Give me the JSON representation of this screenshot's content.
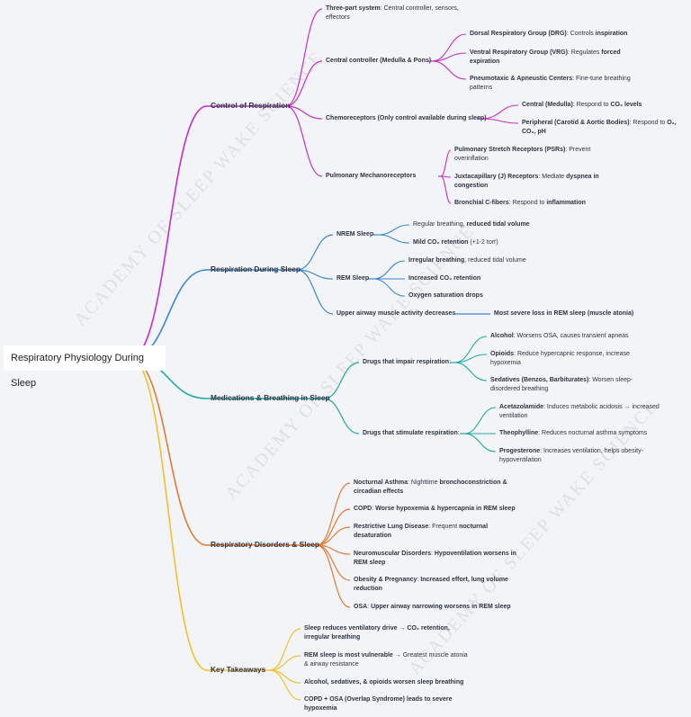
{
  "root": "Respiratory Physiology During Sleep",
  "watermark": "ACADEMY OF SLEEP WAKE SCIENCE",
  "colors": {
    "control": "#c62fc4",
    "sleep": "#3b88cf",
    "meds": "#21a9a0",
    "disorders": "#e07b34",
    "takeaways": "#f2c12f"
  },
  "branches": {
    "control": {
      "label": "Control of Respiration",
      "three_part": [
        "Three-part system",
        ": Central controller, sensors, effectors"
      ],
      "central": {
        "label": "Central controller (Medulla & Pons)",
        "drg": [
          "Dorsal Respiratory Group (DRG)",
          ": Controls ",
          "inspiration"
        ],
        "vrg": [
          "Ventral Respiratory Group (VRG)",
          ": Regulates ",
          "forced expiration"
        ],
        "pneumo": [
          "Pneumotaxic & Apneustic Centers",
          ": Fine-tune breathing patterns"
        ]
      },
      "chemo": {
        "label": "Chemoreceptors (Only control available during sleep)",
        "central": [
          "Central (Medulla)",
          ": Respond to ",
          "CO₂ levels"
        ],
        "peripheral": [
          "Peripheral (Carotid & Aortic Bodies)",
          ": Respond to ",
          "O₂, CO₂, pH"
        ]
      },
      "mechano": {
        "label": "Pulmonary Mechanoreceptors",
        "psr": [
          "Pulmonary Stretch Receptors (PSRs)",
          ": Prevent overinflation"
        ],
        "j": [
          "Juxtacapillary (J) Receptors",
          ": Mediate ",
          "dyspnea in congestion"
        ],
        "c": [
          "Bronchial C-fibers",
          ": Respond to ",
          "inflammation"
        ]
      }
    },
    "sleep": {
      "label": "Respiration During Sleep",
      "nrem": {
        "label": "NREM Sleep",
        "regular": [
          "Regular breathing, ",
          "reduced tidal volume"
        ],
        "mild": [
          "Mild CO₂ retention",
          " (+1-2 torr)"
        ]
      },
      "rem": {
        "label": "REM Sleep",
        "irregular": [
          "Irregular breathing",
          ", reduced tidal volume"
        ],
        "increased": "Increased CO₂ retention",
        "oxygen": "Oxygen saturation drops"
      },
      "upper": {
        "label": "Upper airway muscle activity decreases",
        "child": "Most severe loss in REM sleep (muscle atonia)"
      }
    },
    "meds": {
      "label": "Medications & Breathing in Sleep",
      "impair": {
        "label": [
          "Drugs that impair respiration",
          ":"
        ],
        "alcohol": [
          "Alcohol",
          ": Worsens OSA, causes transient apneas"
        ],
        "opioids": [
          "Opioids",
          ": Reduce hypercapnic response, increase hypoxemia"
        ],
        "sedatives": [
          "Sedatives (Benzos, Barbiturates)",
          ": Worsen sleep-disordered breathing"
        ]
      },
      "stimulate": {
        "label": [
          "Drugs that stimulate respiration",
          ":"
        ],
        "acetazolamide": [
          "Acetazolamide",
          ": Induces metabolic acidosis → increased ventilation"
        ],
        "theophylline": [
          "Theophylline",
          ": Reduces nocturnal asthma symptoms"
        ],
        "progesterone": [
          "Progesterone",
          ": Increases ventilation, helps obesity-hypoventilation"
        ]
      }
    },
    "disorders": {
      "label": "Respiratory Disorders & Sleep",
      "asthma": [
        "Nocturnal Asthma",
        ": Nighttime ",
        "bronchoconstriction & circadian effects"
      ],
      "copd": [
        "COPD",
        ": ",
        "Worse hypoxemia & hypercapnia in REM sleep"
      ],
      "restrictive": [
        "Restrictive Lung Disease",
        ": Frequent ",
        "nocturnal desaturation"
      ],
      "neuro": [
        "Neuromuscular Disorders",
        ": ",
        "Hypoventilation worsens in REM sleep"
      ],
      "obesity": [
        "Obesity & Pregnancy",
        ": ",
        "Increased effort, lung volume reduction"
      ],
      "osa": [
        "OSA",
        ": ",
        "Upper airway narrowing worsens in REM sleep"
      ]
    },
    "takeaways": {
      "label": "Key Takeaways",
      "t1": [
        "Sleep reduces ventilatory drive",
        " → ",
        "CO₂ retention, irregular breathing"
      ],
      "t2": [
        "REM sleep is most vulnerable",
        " → Greatest muscle atonia & airway resistance"
      ],
      "t3": "Alcohol, sedatives, & opioids worsen sleep breathing",
      "t4": "COPD + OSA (Overlap Syndrome) leads to severe hypoxemia"
    }
  }
}
